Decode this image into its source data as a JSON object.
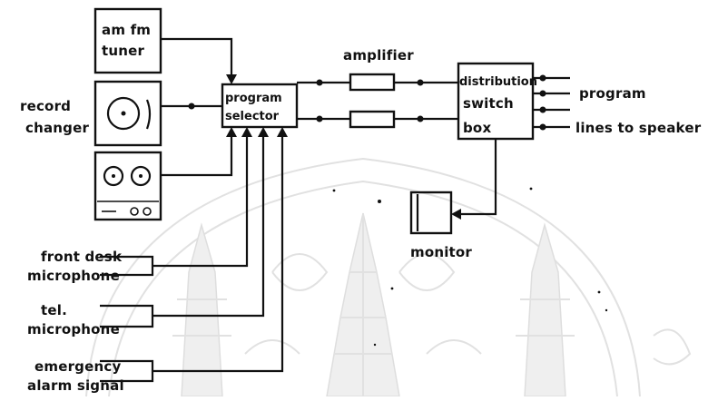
{
  "diagram": {
    "sources": {
      "tuner_label_line1": "am fm",
      "tuner_label_line2": "tuner",
      "record_changer_line1": "record",
      "record_changer_line2": "changer",
      "front_desk_line1": "front desk",
      "front_desk_line2": "microphone",
      "tel_line1": "tel.",
      "tel_line2": "microphone",
      "emergency_line1": "emergency",
      "emergency_line2": "alarm signal"
    },
    "selector": {
      "line1": "program",
      "line2": "selector"
    },
    "amplifier_label": "amplifier",
    "distribution": {
      "line1": "distribution",
      "line2": "switch",
      "line3": "box"
    },
    "outputs": {
      "program": "program",
      "lines": "lines to speaker"
    },
    "monitor_label": "monitor"
  }
}
